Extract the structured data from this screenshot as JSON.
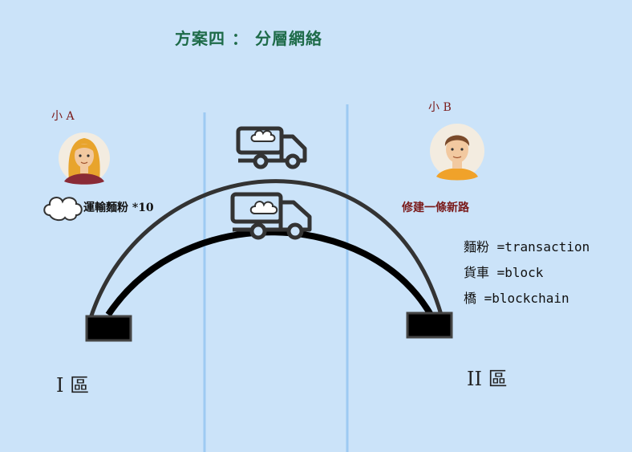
{
  "title": "方案四 ： 分層網絡",
  "person_a": {
    "label": "小 A",
    "cargo": "運輸麵粉 *10"
  },
  "person_b": {
    "label": "小 B",
    "action": "修建一條新路"
  },
  "legend": [
    "麵粉 =transaction",
    "貨車 =block",
    "橋 =blockchain"
  ],
  "zones": {
    "left": "I 區",
    "right": "II 區"
  },
  "colors": {
    "background": "#cbe3f9",
    "divider": "#9dcaf2",
    "bridge_upper": "#333333",
    "bridge_lower": "#000000",
    "title": "#1e6b49",
    "label_red": "#7a1a1a"
  }
}
